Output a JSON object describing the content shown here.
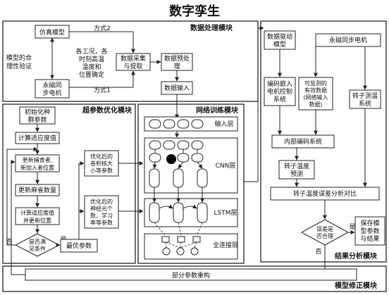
{
  "title": "数字孪生",
  "modules": {
    "data_processing": "数据处理模块",
    "hyperparam": "超参数优化模块",
    "network_training": "网络训练模块",
    "result_analysis": "结果分析模块",
    "model_correction": "模型修正模块"
  },
  "data_processing": {
    "sim_model": "仿真模型",
    "pmsm": [
      "永磁同",
      "步电机"
    ],
    "validation": [
      "模型的合",
      "理性验证"
    ],
    "conditions": [
      "各工况，各",
      "时刻高温",
      "温度和",
      "位置确定"
    ],
    "method2": "方式2",
    "method1": "方式1",
    "collect": [
      "数据采集",
      "与提取"
    ],
    "preprocess": [
      "数据预处",
      "理"
    ],
    "data_input": "数据输入"
  },
  "hyperparam": {
    "init": [
      "初始化种",
      "群参数"
    ],
    "fitness1": "计算适应度值",
    "update_pos": [
      "更新捕食者,",
      "新加入者位置"
    ],
    "update_count": "更新麻雀数量",
    "fitness2": [
      "计算适应度值",
      "并更新位置"
    ],
    "condition": [
      "是否满",
      "足条件"
    ],
    "no": "否",
    "yes": "是",
    "best": "最优参数",
    "opt_cnn": [
      "优化后的",
      "卷积核大",
      "小等参数"
    ],
    "opt_lstm": [
      "优化后的",
      "神经元个",
      "数，学习",
      "率等参数"
    ]
  },
  "network": {
    "input_layer": "输入层",
    "cnn_layer": "CNN层",
    "lstm_layer": "LSTM层",
    "fc_layer": "全连接层"
  },
  "result": {
    "driven_model": [
      "数据驱动",
      "模型"
    ],
    "pmsm": "永磁同步电机",
    "embed": [
      "编码嵌入",
      "电机控制",
      "系统"
    ],
    "monitor": [
      "可监测的",
      "有效数据",
      "(网络输入",
      "数据)"
    ],
    "rotor_sensor": [
      "转子测温",
      "系统"
    ],
    "internal_encode": "内部编码系统",
    "rotor_predict": [
      "转子温度",
      "预测"
    ],
    "error_compare": "转子温度误差分析对比",
    "error_ok": [
      "误差是",
      "否合理"
    ],
    "yes": "是",
    "no": "否",
    "save": [
      "保存模",
      "型参数",
      "与结果"
    ]
  },
  "correction": {
    "rebuild": "部分参数重构"
  }
}
